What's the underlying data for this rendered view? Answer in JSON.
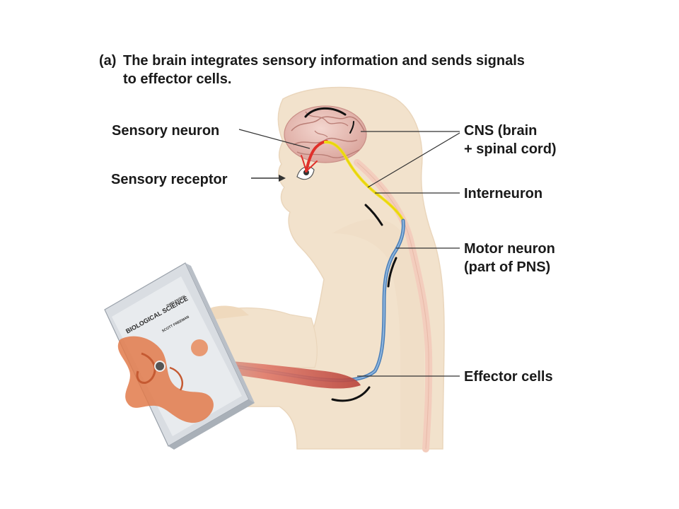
{
  "caption": {
    "letter": "(a)",
    "line1": "The brain integrates sensory information and sends signals",
    "line2": "to effector cells."
  },
  "labels": {
    "sensory_neuron": "Sensory neuron",
    "sensory_receptor": "Sensory receptor",
    "cns_line1": "CNS (brain",
    "cns_line2": "+ spinal cord)",
    "interneuron": "Interneuron",
    "motor_line1": "Motor neuron",
    "motor_line2": "(part of PNS)",
    "effector_cells": "Effector cells"
  },
  "book": {
    "edition": "THIRD EDITION",
    "title": "BIOLOGICAL SCIENCE",
    "author": "SCOTT FREEMAN"
  },
  "colors": {
    "skin": "#f2e2cc",
    "skin_edge": "#e6cfb2",
    "sensory_neuron": "#e0302a",
    "interneuron": "#f2e017",
    "motor_neuron": "#5a8fc6",
    "spinal_cord": "#f3cdbd",
    "brain": "#e7bcb3",
    "muscle": "#d86a5a",
    "book_cover": "#e3e6ea",
    "book_art": "#e27a4a",
    "leader": "#333333"
  }
}
